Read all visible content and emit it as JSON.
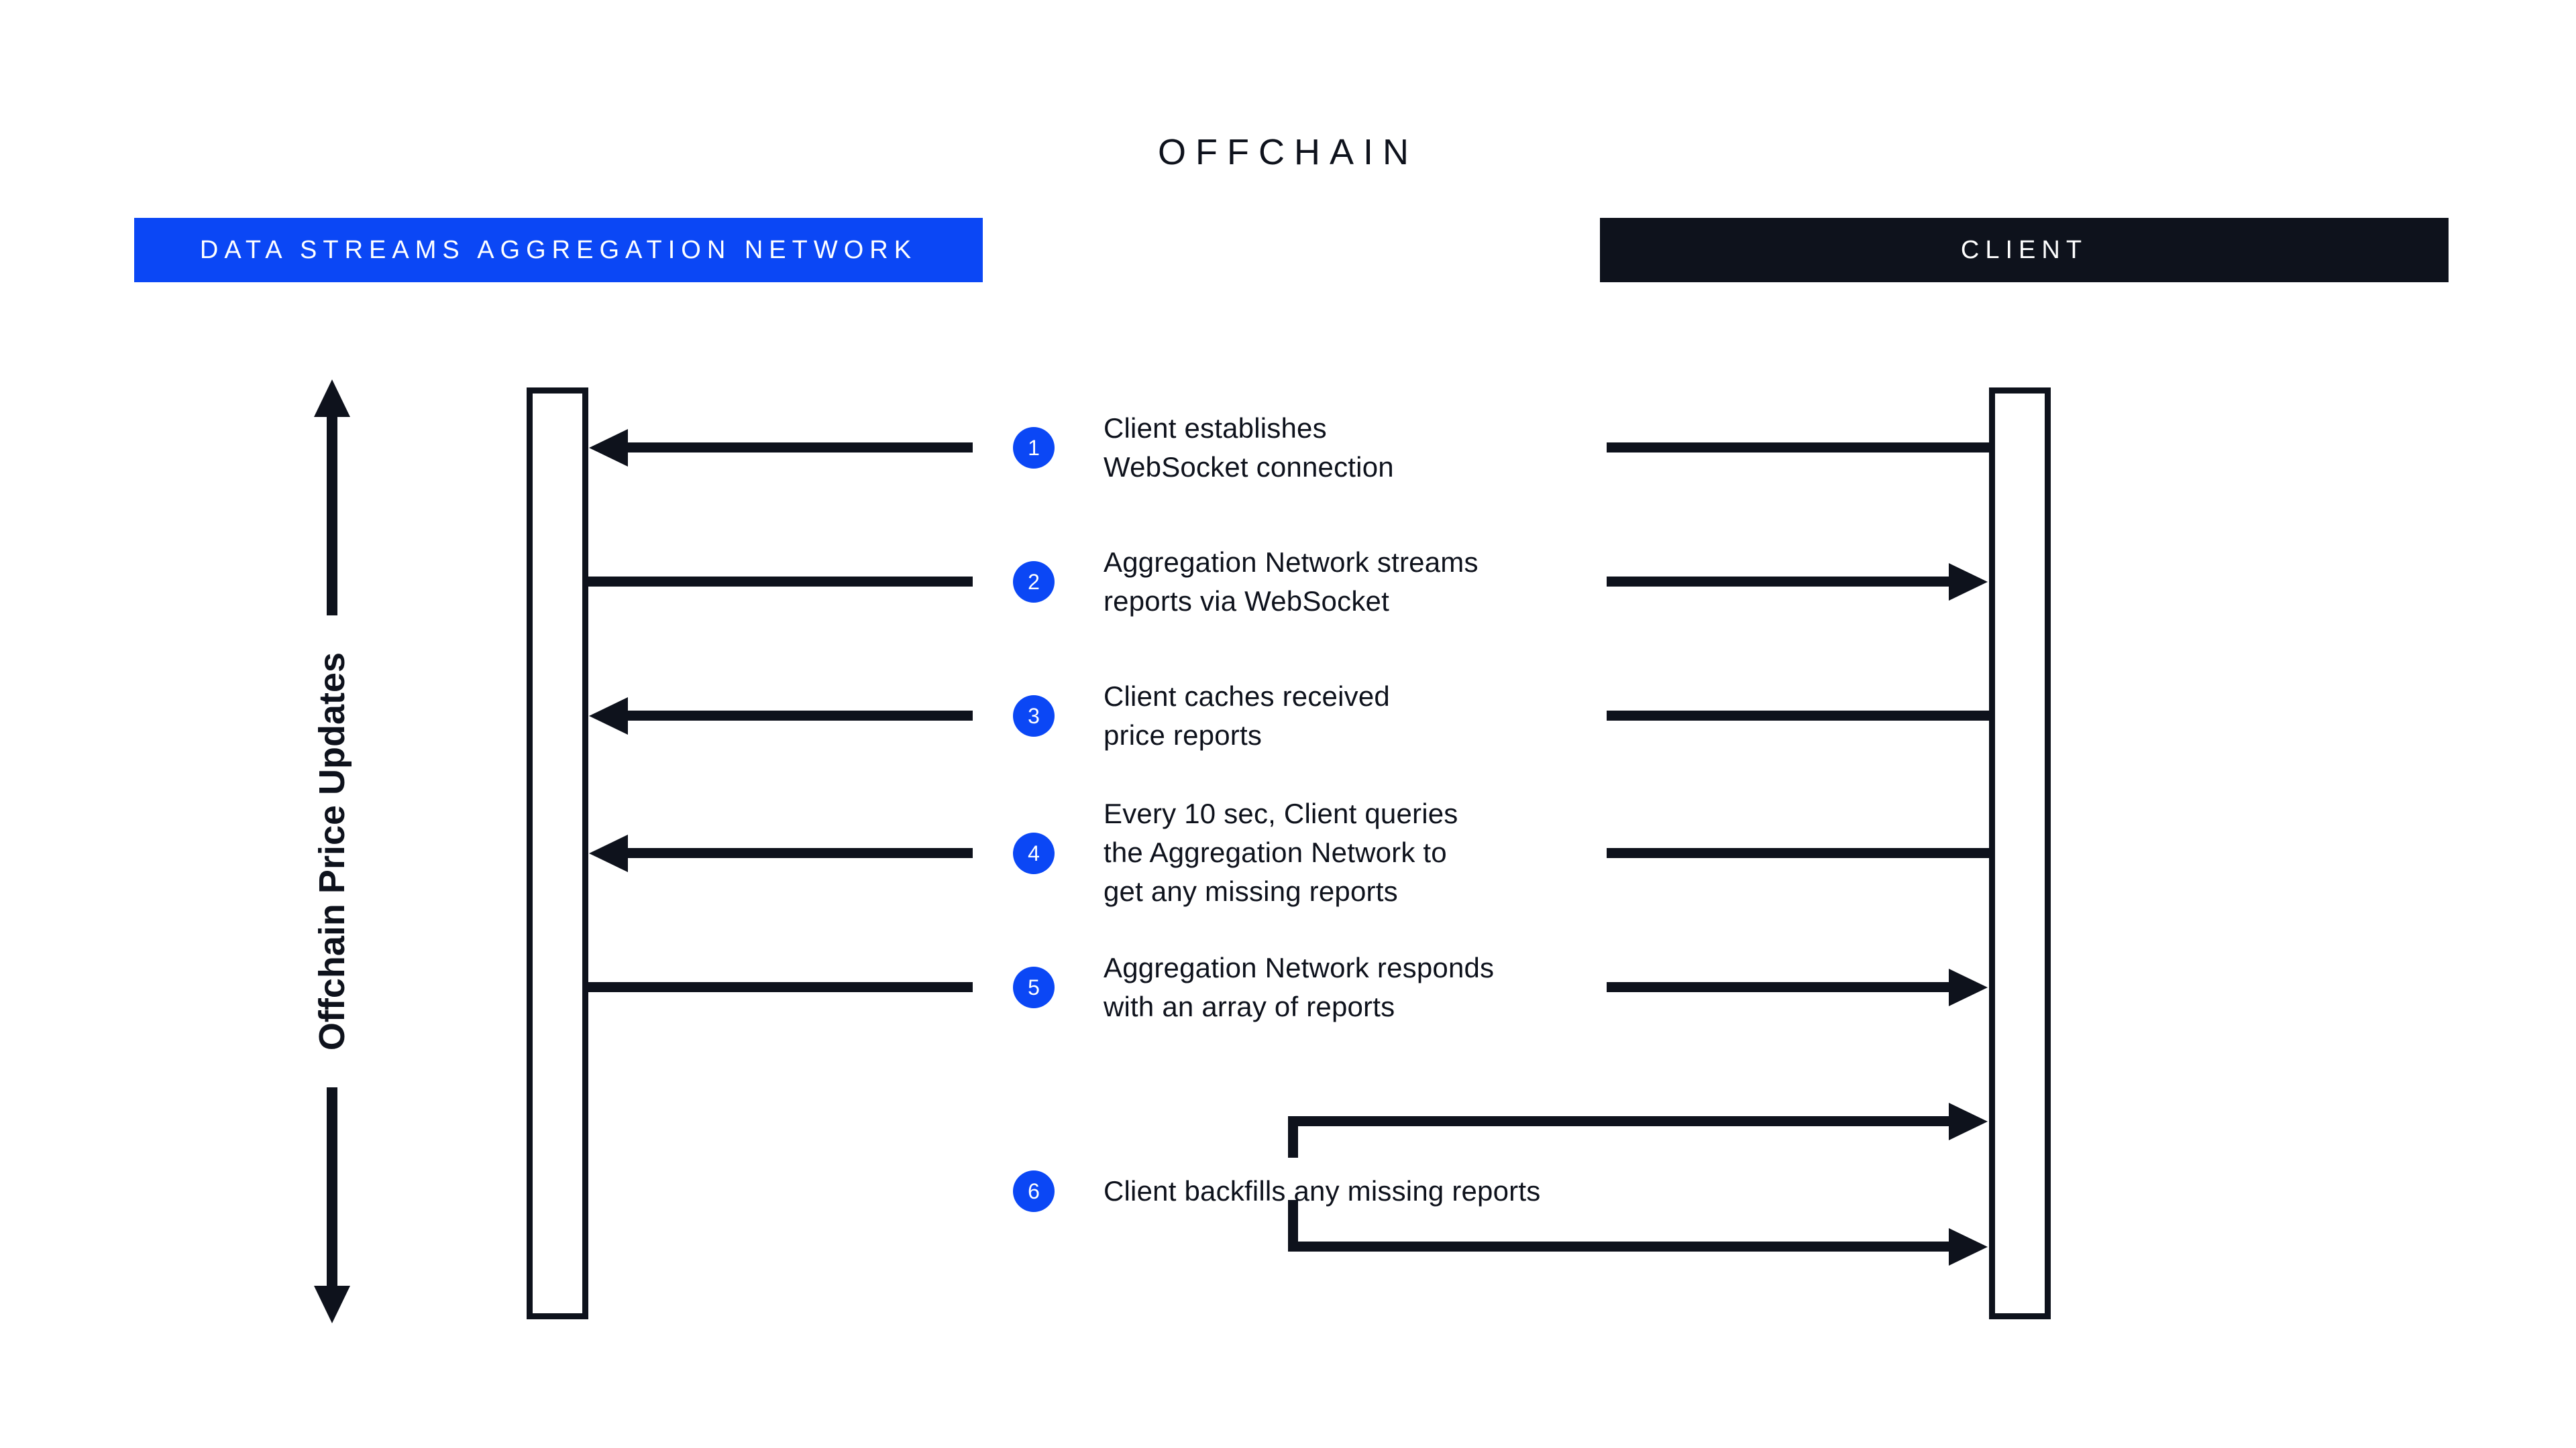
{
  "title": "OFFCHAIN",
  "colors": {
    "accent_blue": "#0B47F5",
    "dark": "#0E121C",
    "background": "#FFFFFF",
    "text": "#0E121C"
  },
  "lanes": [
    {
      "id": "aggregation-network",
      "label": "DATA STREAMS AGGREGATION NETWORK",
      "style": "blue"
    },
    {
      "id": "client",
      "label": "CLIENT",
      "style": "dark"
    }
  ],
  "axis": {
    "label": "Offchain Price Updates",
    "arrow_top": "up-arrow",
    "arrow_bottom": "down-arrow"
  },
  "steps": [
    {
      "number": "1",
      "text": "Client establishes\nWebSocket connection",
      "direction": "to-aggregation-network",
      "left_arrowhead": true,
      "right_arrowhead": false
    },
    {
      "number": "2",
      "text": "Aggregation Network streams\nreports via WebSocket",
      "direction": "to-client",
      "left_arrowhead": false,
      "right_arrowhead": true
    },
    {
      "number": "3",
      "text": "Client caches received\nprice reports",
      "direction": "to-aggregation-network",
      "left_arrowhead": true,
      "right_arrowhead": false
    },
    {
      "number": "4",
      "text": "Every 10 sec, Client queries\nthe Aggregation Network to\nget any missing reports",
      "direction": "to-aggregation-network",
      "left_arrowhead": true,
      "right_arrowhead": false
    },
    {
      "number": "5",
      "text": "Aggregation Network responds\nwith an array of reports",
      "direction": "to-client",
      "left_arrowhead": false,
      "right_arrowhead": true
    },
    {
      "number": "6",
      "text": "Client backfills any missing reports",
      "direction": "client-self-loop",
      "left_arrowhead": false,
      "right_arrowhead": true
    }
  ]
}
